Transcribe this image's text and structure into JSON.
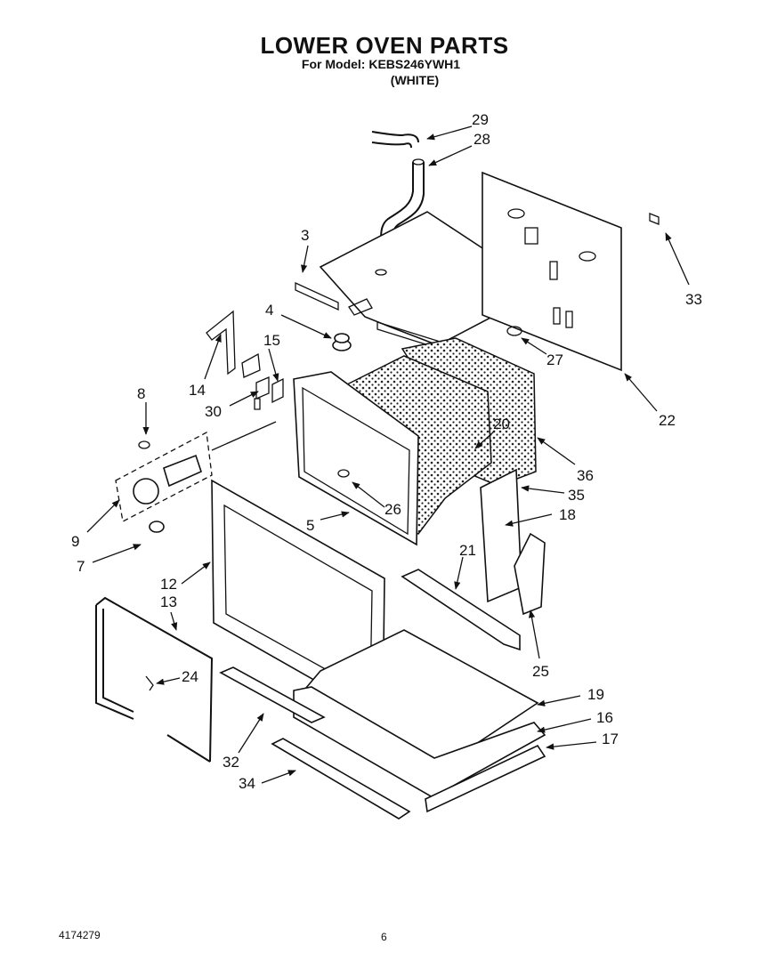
{
  "header": {
    "title": "LOWER OVEN PARTS",
    "model_line": "For Model: KEBS246YWH1",
    "color_line": "(WHITE)"
  },
  "callouts": [
    "29",
    "28",
    "3",
    "33",
    "4",
    "15",
    "27",
    "14",
    "22",
    "30",
    "8",
    "20",
    "36",
    "35",
    "26",
    "18",
    "5",
    "9",
    "21",
    "7",
    "12",
    "25",
    "13",
    "24",
    "19",
    "16",
    "17",
    "32",
    "34"
  ],
  "footer": {
    "doc_number": "4174279",
    "page_number": "6"
  }
}
